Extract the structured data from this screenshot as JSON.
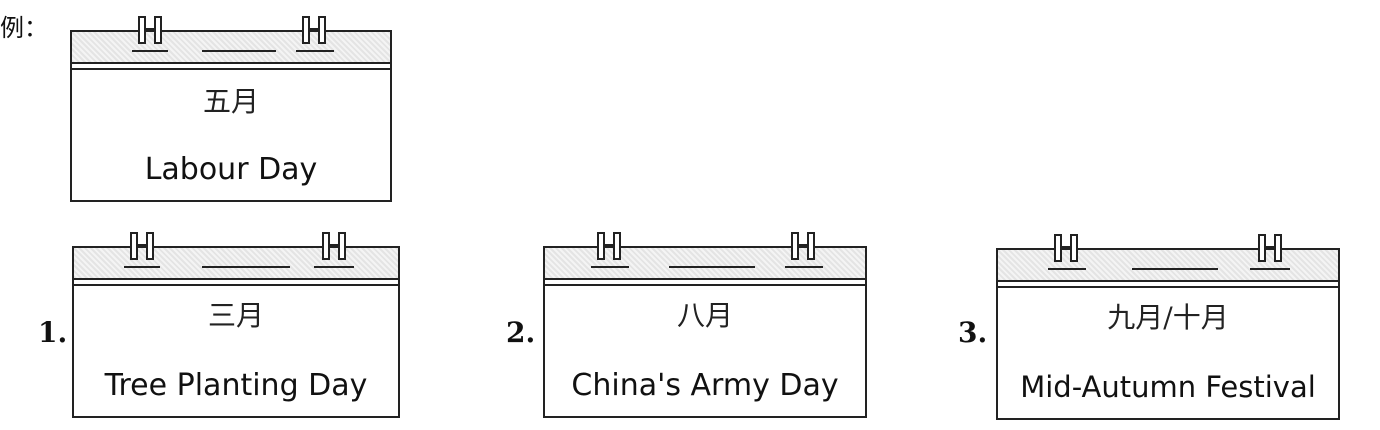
{
  "example_label": "例：",
  "example": {
    "month": "五月",
    "name": "Labour Day"
  },
  "items": [
    {
      "number": "1.",
      "month": "三月",
      "name": "Tree Planting Day"
    },
    {
      "number": "2.",
      "month": "八月",
      "name": "China's Army Day"
    },
    {
      "number": "3.",
      "month": "九月/十月",
      "name": "Mid-Autumn Festival"
    }
  ]
}
